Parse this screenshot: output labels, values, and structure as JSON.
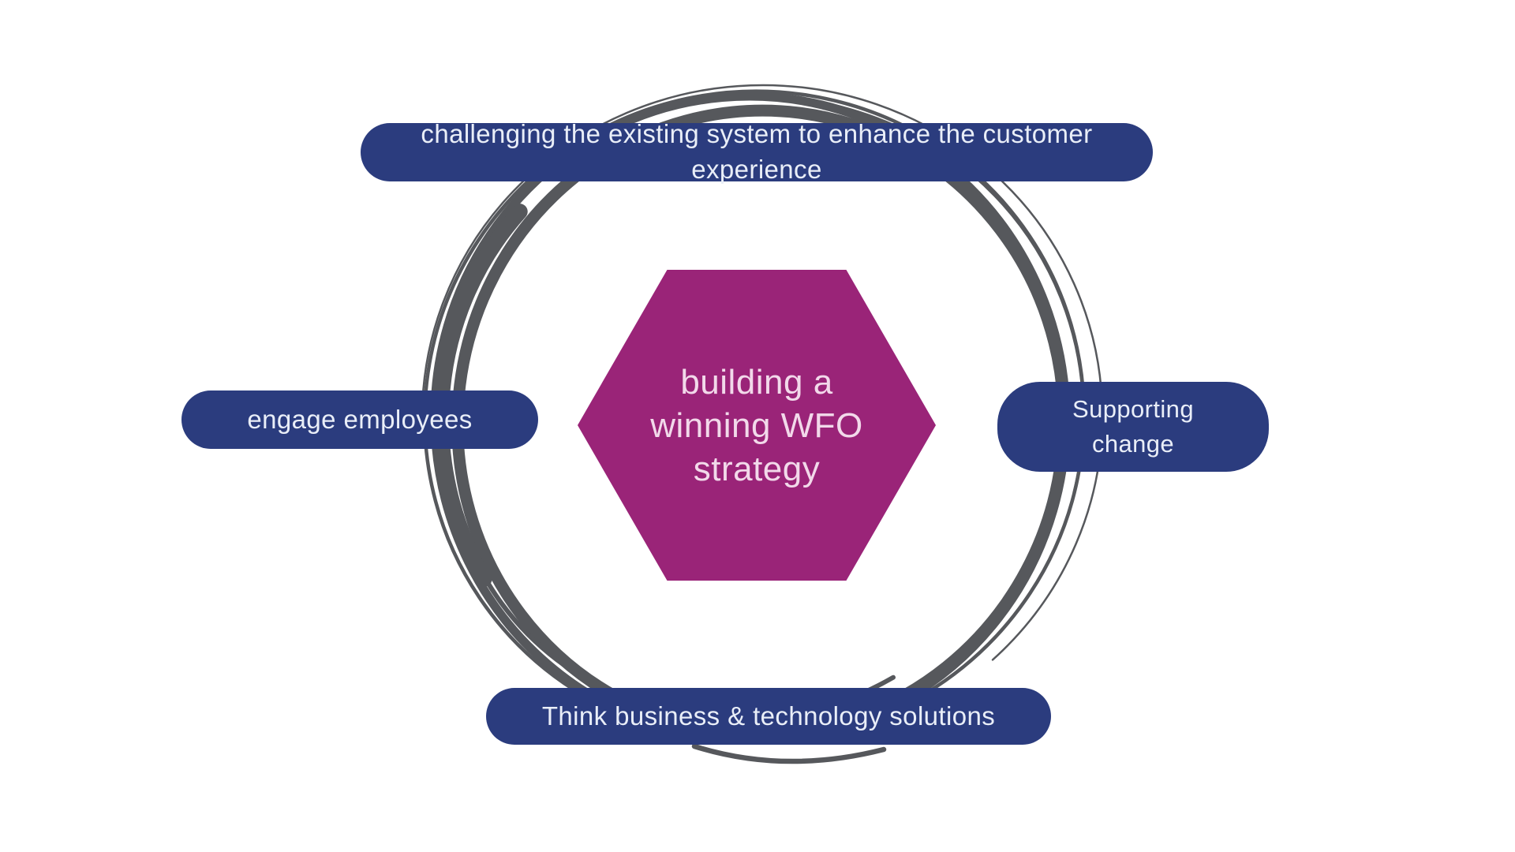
{
  "canvas": {
    "background_color": "#ffffff"
  },
  "diagram": {
    "center_hexagon": {
      "label": "building a winning WFO strategy",
      "lines": [
        "building a",
        "winning WFO",
        "strategy"
      ],
      "fill_color": "#9a2478",
      "text_color": "#f2d9ea",
      "shape": "hexagon"
    },
    "circle": {
      "style": "hand-drawn brush stroke ring",
      "color": "#56585c"
    },
    "pill_fill_color": "#2b3c7e",
    "pill_text_color": "#e9eef8",
    "pills": [
      {
        "id": "top",
        "label": "challenging the existing system to enhance the customer experience"
      },
      {
        "id": "left",
        "label": "engage employees"
      },
      {
        "id": "right",
        "label": "Supporting change",
        "lines": [
          "Supporting",
          "change"
        ]
      },
      {
        "id": "bottom",
        "label": "Think business & technology solutions"
      }
    ]
  }
}
